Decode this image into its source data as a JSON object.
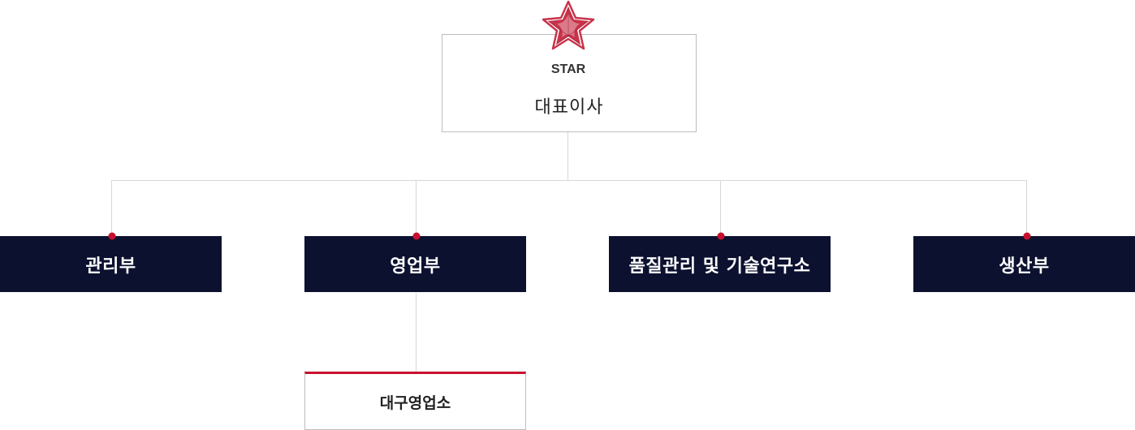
{
  "ceo": {
    "logo_text": "STAR",
    "title": "대표이사"
  },
  "departments": [
    {
      "label": "관리부"
    },
    {
      "label": "영업부"
    },
    {
      "label": "품질관리 및 기술연구소"
    },
    {
      "label": "생산부"
    }
  ],
  "sub_units": [
    {
      "label": "대구영업소",
      "parent": "영업부"
    }
  ],
  "colors": {
    "accent": "#c8102e",
    "dept_bg": "#0d1130",
    "connector": "#d7d7d7",
    "box_border": "#bdbdbd"
  }
}
